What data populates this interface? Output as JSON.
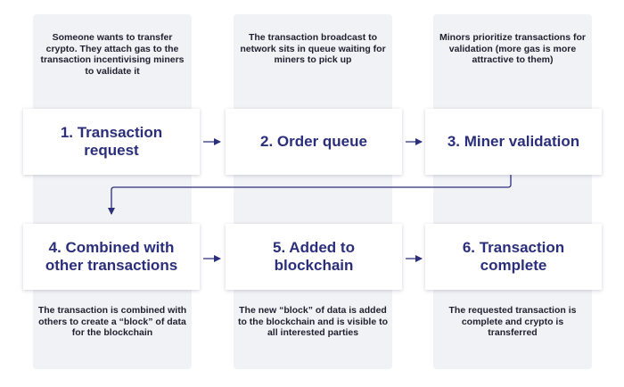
{
  "colors": {
    "accent": "#2b2e7a",
    "column_bg": "#f1f2f5",
    "text": "#1f1f2e"
  },
  "steps": [
    {
      "title": "1. Transaction request",
      "description": "Someone wants to transfer crypto. They attach gas to the transaction incentivising miners to validate it"
    },
    {
      "title": "2. Order queue",
      "description": "The transaction broadcast to network sits in queue waiting for miners to pick up"
    },
    {
      "title": "3. Miner validation",
      "description": "Minors prioritize transactions for validation (more gas is more attractive to them)"
    },
    {
      "title": "4. Combined with other transactions",
      "description": "The transaction is combined with others to create a “block” of data for the blockchain"
    },
    {
      "title": "5. Added to blockchain",
      "description": "The new “block” of data is added to the blockchain and is visible to all interested parties"
    },
    {
      "title": "6. Transaction complete",
      "description": "The requested transaction is complete and crypto is transferred"
    }
  ]
}
